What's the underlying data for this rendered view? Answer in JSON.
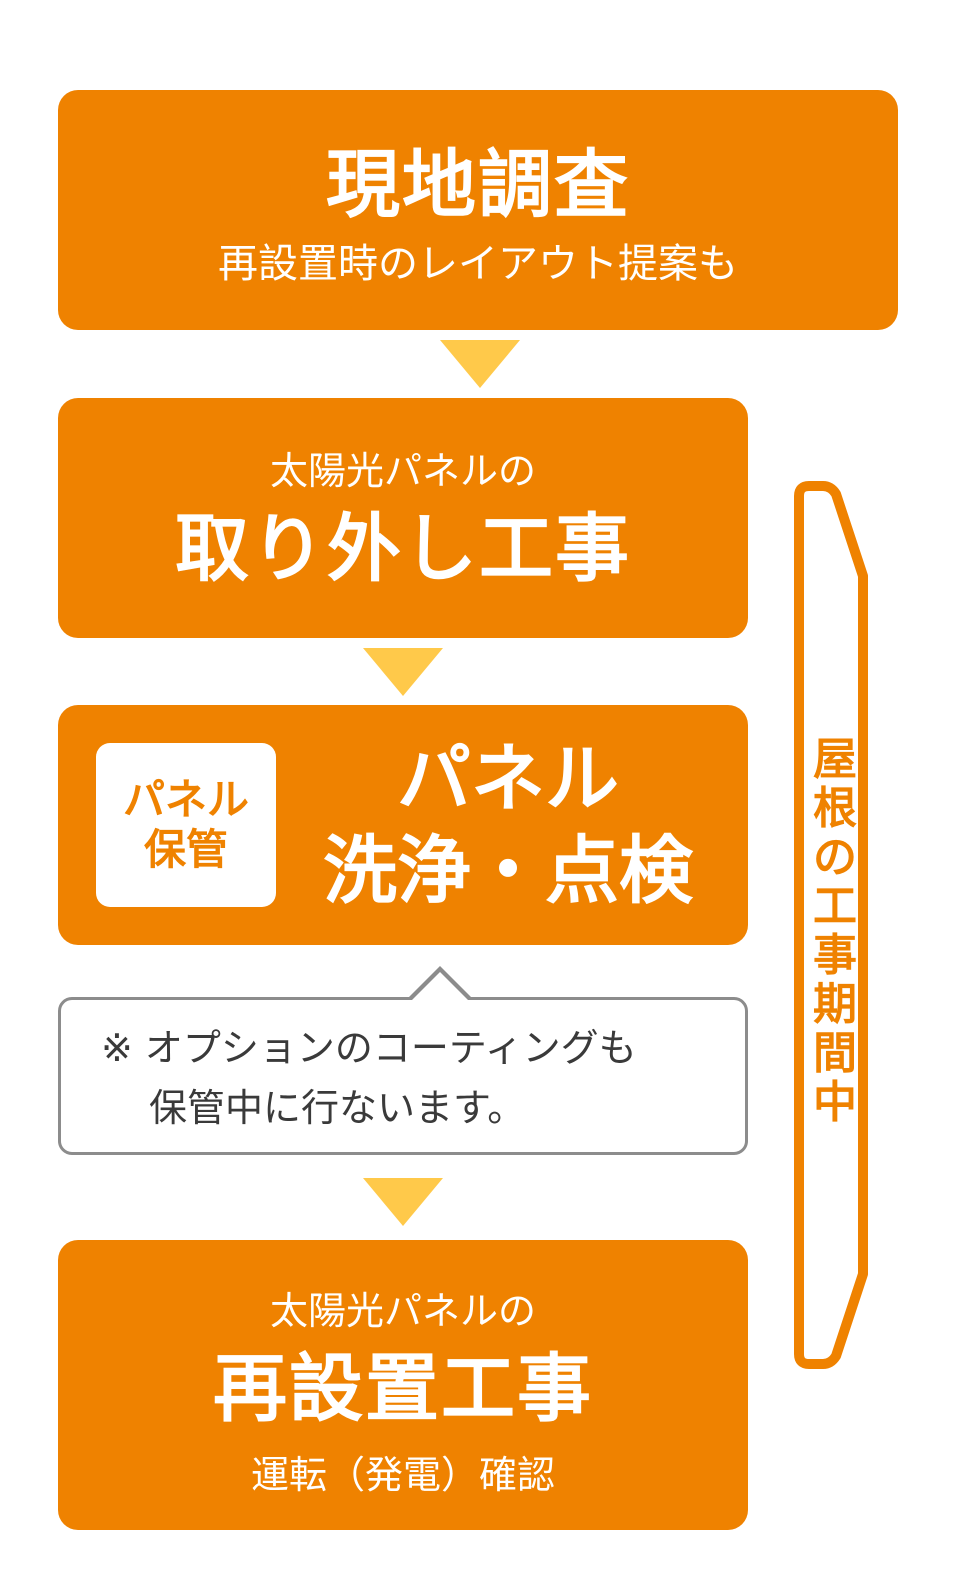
{
  "steps": {
    "survey": {
      "title": "現地調査",
      "subtitle": "再設置時のレイアウト提案も"
    },
    "removal": {
      "subtitle": "太陽光パネルの",
      "title": "取り外し工事"
    },
    "cleaning": {
      "tag_lines": [
        "パネル",
        "保管"
      ],
      "title_lines": [
        "パネル",
        "洗浄・点検"
      ]
    },
    "reinstall": {
      "subtitle": "太陽光パネルの",
      "title": "再設置工事",
      "footer": "運転（発電）確認"
    }
  },
  "note": {
    "lines": [
      "※ オプションのコーティングも",
      "保管中に行ないます。"
    ]
  },
  "period": {
    "chars": [
      "屋",
      "根",
      "の",
      "工",
      "事",
      "期",
      "間",
      "中"
    ]
  },
  "colors": {
    "box": "#ef8200",
    "arrow": "#ffc94a",
    "note_border": "#8c8c8c",
    "text_on_box": "#ffffff"
  }
}
